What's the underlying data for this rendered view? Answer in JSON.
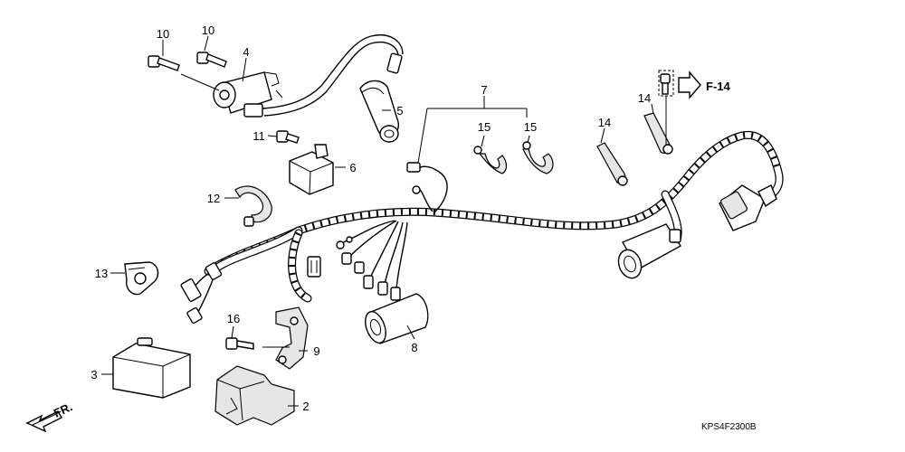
{
  "labels": {
    "l1": "10",
    "l2": "10",
    "l3": "4",
    "l4": "5",
    "l5": "11",
    "l6": "6",
    "l7": "7",
    "l8": "15",
    "l9": "15",
    "l10": "14",
    "l11": "14",
    "l12": "12",
    "l13": "13",
    "l14": "16",
    "l15": "9",
    "l16": "8",
    "l17": "3",
    "l18": "2"
  },
  "reference": "F-14",
  "front_indicator": "FR.",
  "diagram_code": "KPS4F2300B"
}
